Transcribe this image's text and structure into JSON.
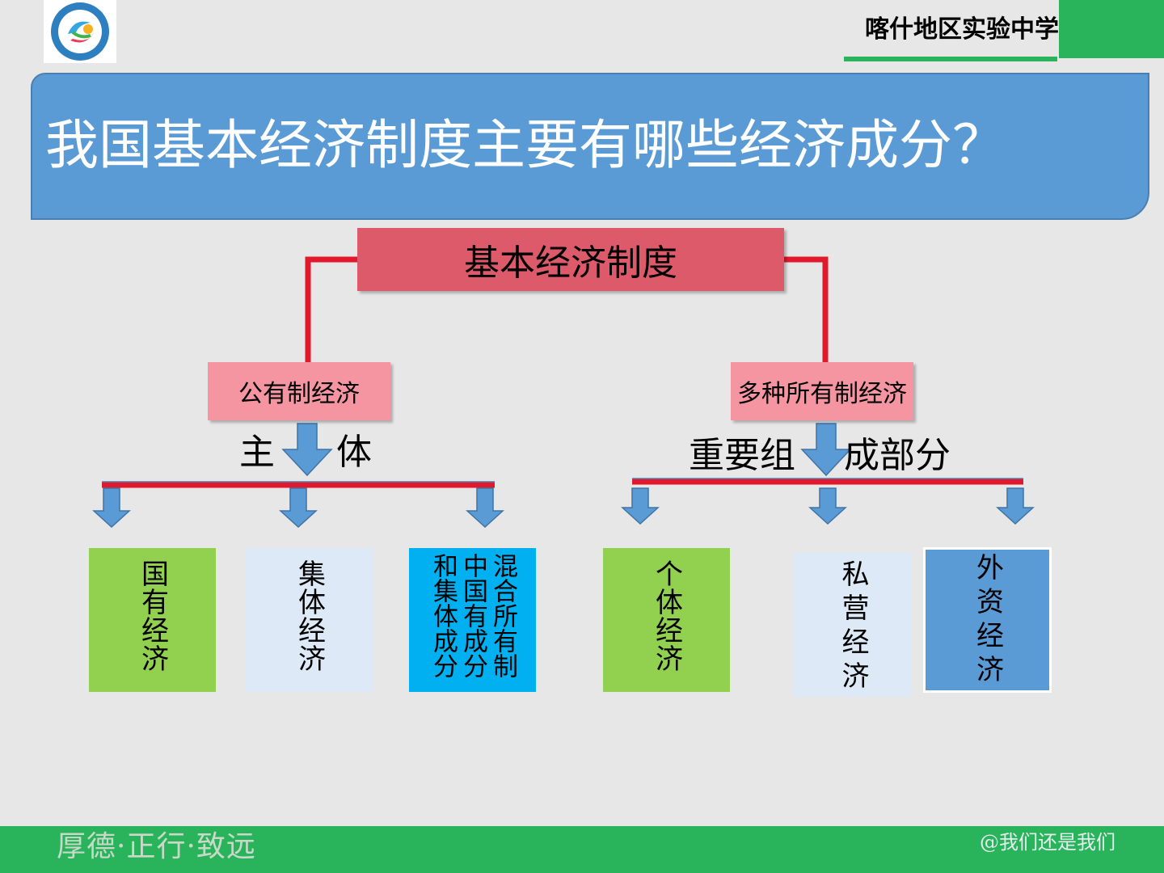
{
  "header": {
    "school_name": "喀什地区实验中学",
    "logo_icon": "school-emblem-icon",
    "brand_green": "#29b35a"
  },
  "banner": {
    "title": "我国基本经济制度主要有哪些经济成分？",
    "color": "#5b9bd5"
  },
  "diagram": {
    "root": "基本经济制度",
    "branches": [
      {
        "name": "公有制经济",
        "relation_left": "主",
        "relation_right": "体",
        "items": [
          "国有经济",
          "集体经济",
          "混合所有制中国有成分和集体成分"
        ]
      },
      {
        "name": "多种所有制经济",
        "relation_left": "重要组",
        "relation_right": "成部分",
        "items": [
          "个体经济",
          "私营经济",
          "外资经济"
        ]
      }
    ],
    "colors": {
      "root": "#dc5a69",
      "branch": "#f595a2",
      "connector": "#e01a2c",
      "arrow": "#5b9bd5",
      "item_green": "#92d050",
      "item_light": "#dde9f6",
      "item_cyan": "#00b0f0",
      "item_blue": "#5b9bd5"
    }
  },
  "footer": {
    "motto": "厚德·正行·致远",
    "credit": "@我们还是我们"
  }
}
